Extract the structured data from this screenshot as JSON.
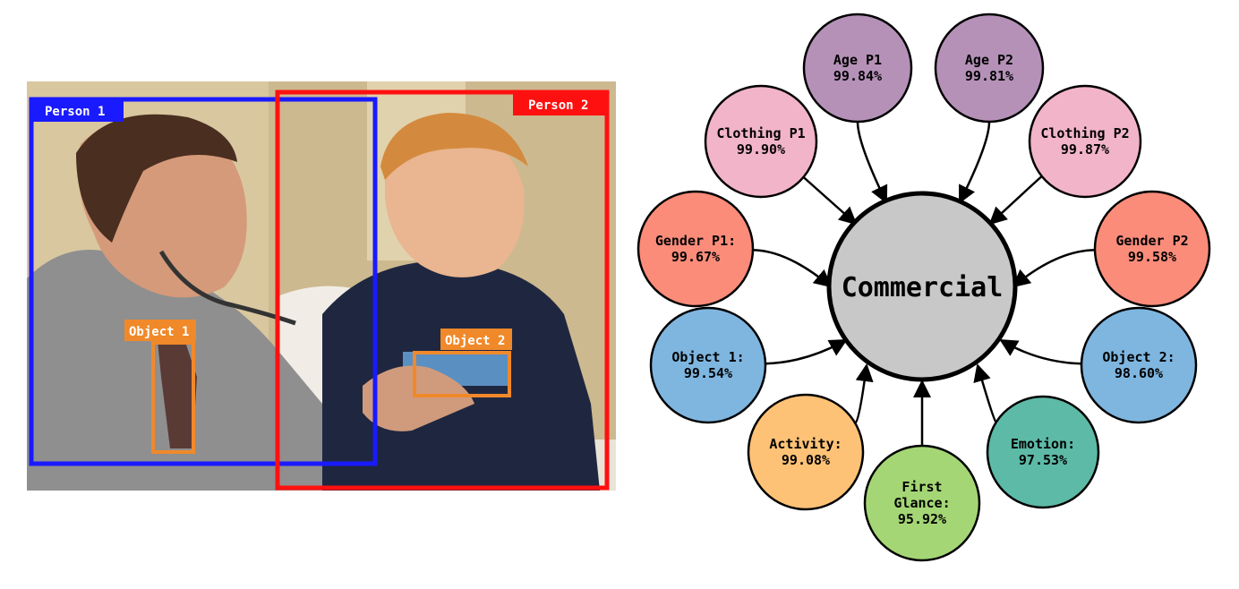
{
  "photo": {
    "person1_label": "Person 1",
    "person2_label": "Person 2",
    "object1_label": "Object 1",
    "object2_label": "Object 2",
    "colors": {
      "person1": "#1a1aff",
      "person2": "#ff1010",
      "object": "#f0892a"
    }
  },
  "diagram": {
    "center": {
      "label": "Commercial",
      "color": "#c8c8c8"
    },
    "nodes": [
      {
        "id": "age-p1",
        "lines": [
          "Age P1",
          "99.84%"
        ],
        "color": "#b591b8"
      },
      {
        "id": "age-p2",
        "lines": [
          "Age P2",
          "99.81%"
        ],
        "color": "#b591b8"
      },
      {
        "id": "clothing-p1",
        "lines": [
          "Clothing P1",
          "99.90%"
        ],
        "color": "#f2b4c8"
      },
      {
        "id": "clothing-p2",
        "lines": [
          "Clothing P2",
          "99.87%"
        ],
        "color": "#f2b4c8"
      },
      {
        "id": "gender-p1",
        "lines": [
          "Gender P1:",
          "99.67%"
        ],
        "color": "#fb8c7a"
      },
      {
        "id": "gender-p2",
        "lines": [
          "Gender P2",
          "99.58%"
        ],
        "color": "#fb8c7a"
      },
      {
        "id": "object-1",
        "lines": [
          "Object 1:",
          "99.54%"
        ],
        "color": "#7fb6e0"
      },
      {
        "id": "object-2",
        "lines": [
          "Object 2:",
          "98.60%"
        ],
        "color": "#7fb6e0"
      },
      {
        "id": "activity",
        "lines": [
          "Activity:",
          "99.08%"
        ],
        "color": "#fdc276"
      },
      {
        "id": "emotion",
        "lines": [
          "Emotion:",
          "97.53%"
        ],
        "color": "#5dbaa6"
      },
      {
        "id": "first-glance",
        "lines": [
          "First",
          "Glance:",
          "95.92%"
        ],
        "color": "#a5d675"
      }
    ]
  }
}
